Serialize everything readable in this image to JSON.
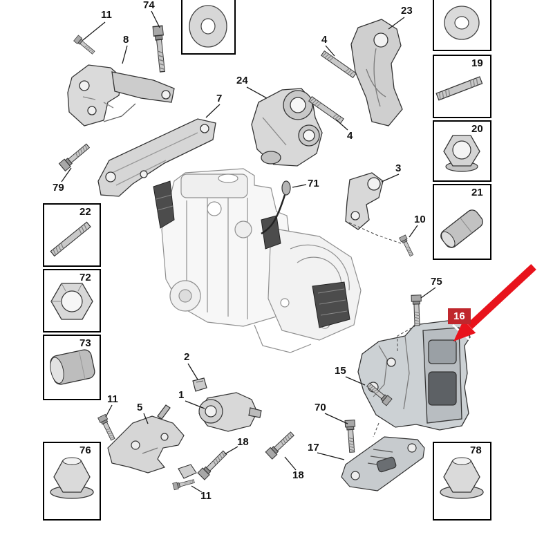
{
  "diagram": {
    "background_color": "#ffffff",
    "line_color": "#333333",
    "highlight": {
      "label": "16",
      "background": "#c0272d",
      "color": "#ffffff"
    },
    "arrow_color": "#e8131c",
    "callouts": [
      {
        "id": "c11a",
        "label": "11"
      },
      {
        "id": "c74",
        "label": "74"
      },
      {
        "id": "c8",
        "label": "8"
      },
      {
        "id": "c23",
        "label": "23"
      },
      {
        "id": "c4a",
        "label": "4"
      },
      {
        "id": "c24",
        "label": "24"
      },
      {
        "id": "c7",
        "label": "7"
      },
      {
        "id": "c4b",
        "label": "4"
      },
      {
        "id": "c79",
        "label": "79"
      },
      {
        "id": "c3",
        "label": "3"
      },
      {
        "id": "c71",
        "label": "71"
      },
      {
        "id": "c10",
        "label": "10"
      },
      {
        "id": "c75",
        "label": "75"
      },
      {
        "id": "c15",
        "label": "15"
      },
      {
        "id": "c2",
        "label": "2"
      },
      {
        "id": "c1",
        "label": "1"
      },
      {
        "id": "c5",
        "label": "5"
      },
      {
        "id": "c11b",
        "label": "11"
      },
      {
        "id": "c18a",
        "label": "18"
      },
      {
        "id": "c18b",
        "label": "18"
      },
      {
        "id": "c70",
        "label": "70"
      },
      {
        "id": "c17",
        "label": "17"
      },
      {
        "id": "c11c",
        "label": "11"
      }
    ],
    "insets": [
      {
        "id": "washer-top-center",
        "label": "",
        "part": "washer"
      },
      {
        "id": "washer-top-right",
        "label": "",
        "part": "washer"
      },
      {
        "id": "box19",
        "label": "19",
        "part": "threaded-stud"
      },
      {
        "id": "box20",
        "label": "20",
        "part": "hex-nut-with-washer"
      },
      {
        "id": "box21",
        "label": "21",
        "part": "spacer-sleeve"
      },
      {
        "id": "box22",
        "label": "22",
        "part": "double-ended-stud"
      },
      {
        "id": "box72",
        "label": "72",
        "part": "hex-nut"
      },
      {
        "id": "box73",
        "label": "73",
        "part": "rubber-bushing"
      },
      {
        "id": "box76",
        "label": "76",
        "part": "flange-nut"
      },
      {
        "id": "box78",
        "label": "78",
        "part": "flange-nut"
      }
    ]
  }
}
